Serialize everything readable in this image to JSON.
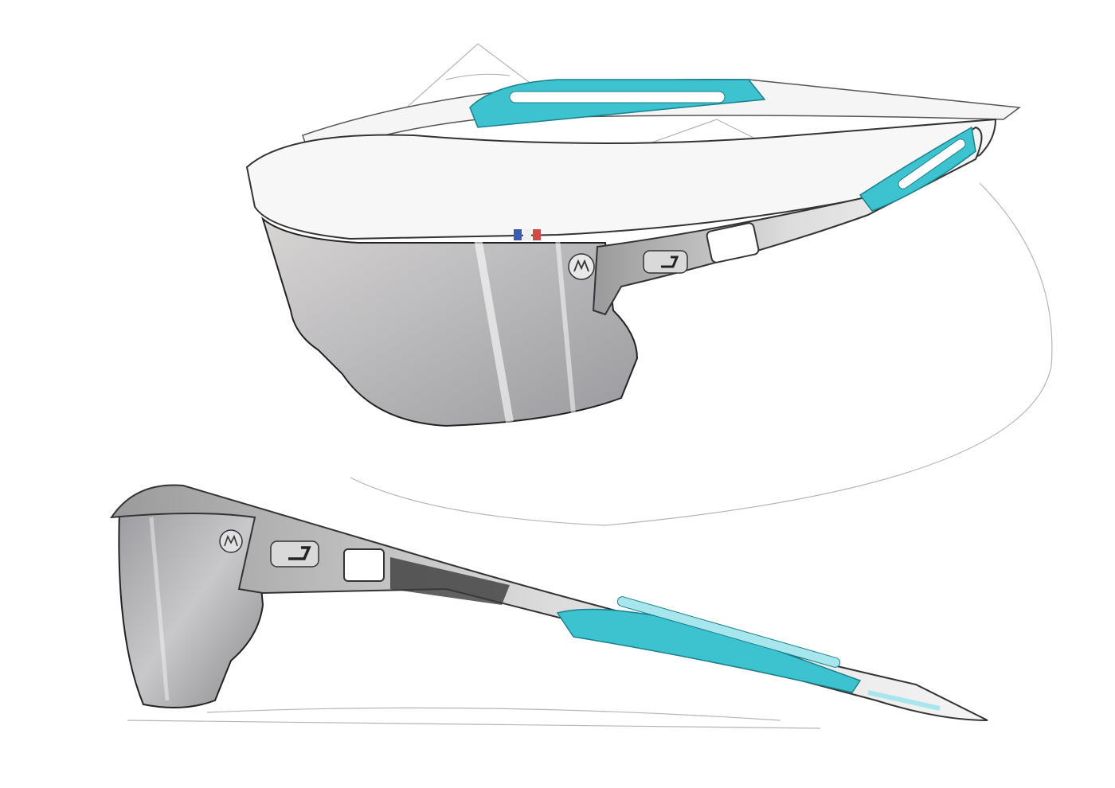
{
  "artwork": {
    "subject": "sunglasses-design-sketch",
    "views": [
      "three-quarter-view",
      "side-view"
    ],
    "logos": {
      "lens_badge": "M",
      "temple_badge": "J"
    }
  },
  "colors": {
    "background": "#ffffff",
    "accent_turquoise": "#3cc3cf",
    "accent_turquoise_light": "#a7e6ec",
    "lens_grey": "#b9b9bb",
    "lens_grey_dark": "#8e8e92",
    "frame_white": "#f4f4f4",
    "line": "#333333",
    "flag_blue": "#3a5bb0",
    "flag_red": "#d44848"
  }
}
